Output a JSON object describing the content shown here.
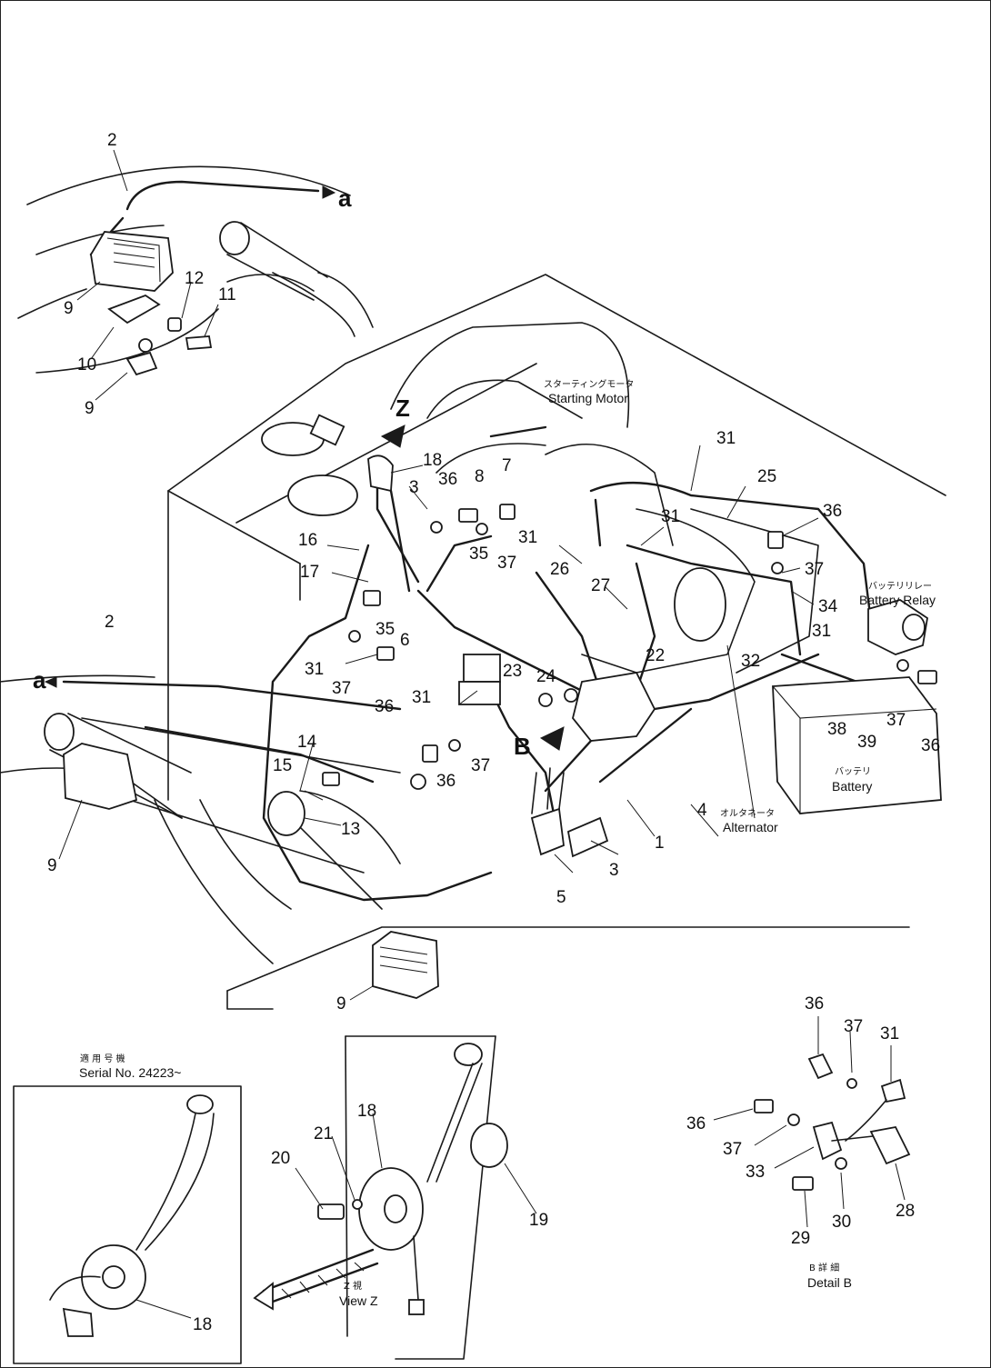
{
  "labels": {
    "starting_motor_jp": "スターティングモータ",
    "starting_motor": "Starting Motor",
    "battery_relay_jp": "バッテリリレー",
    "battery_relay": "Battery Relay",
    "battery_jp": "バッテリ",
    "battery": "Battery",
    "alternator_jp": "オルタネータ",
    "alternator": "Alternator",
    "serial_jp": "適 用 号 機",
    "serial": "Serial No. 24223~",
    "view_z_jp": "Z 視",
    "view_z": "View Z",
    "detail_b_jp": "B 詳 細",
    "detail_b": "Detail B",
    "marker_z": "Z",
    "marker_b": "B",
    "marker_a": "a"
  },
  "callouts": {
    "c2top": "2",
    "c9a": "9",
    "c10": "10",
    "c9b": "9",
    "c12": "12",
    "c11": "11",
    "c18": "18",
    "c3a": "3",
    "c36a": "36",
    "c8": "8",
    "c7": "7",
    "c31a": "31",
    "c25": "25",
    "c31b": "31",
    "c36b": "36",
    "c16": "16",
    "c17": "17",
    "c35a": "35",
    "c37a": "37",
    "c31c": "31",
    "c26": "26",
    "c27": "27",
    "c37b": "37",
    "c34": "34",
    "c2mid": "2",
    "c35b": "35",
    "c6": "6",
    "c31d": "31",
    "c37c": "37",
    "c36c": "36",
    "c23": "23",
    "c24": "24",
    "c22": "22",
    "c32": "32",
    "c31e": "31",
    "c31f": "31",
    "c14": "14",
    "c15": "15",
    "c36d": "36",
    "c37d": "37",
    "c38": "38",
    "c39": "39",
    "c37e": "37",
    "c36e": "36",
    "c13": "13",
    "c9c": "9",
    "c4": "4",
    "c1": "1",
    "c3b": "3",
    "c5": "5",
    "c9d": "9",
    "c36f": "36",
    "c37f": "37",
    "c31g": "31",
    "c36g": "36",
    "c37g": "37",
    "c33": "33",
    "c28": "28",
    "c29": "29",
    "c30": "30",
    "c20": "20",
    "c21": "21",
    "c18b": "18",
    "c19": "19",
    "c18c": "18"
  }
}
